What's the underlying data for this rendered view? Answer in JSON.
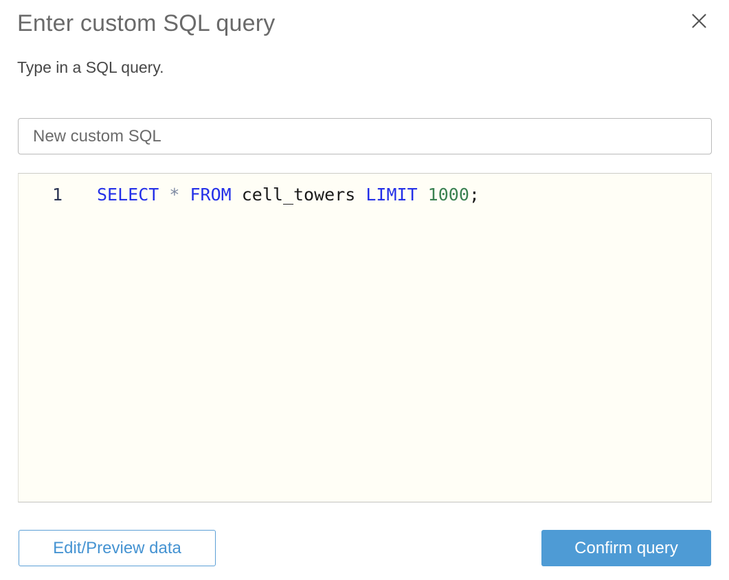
{
  "dialog": {
    "title": "Enter custom SQL query",
    "subtitle": "Type in a SQL query."
  },
  "name_input": {
    "value": "New custom SQL"
  },
  "editor": {
    "full_query": "SELECT * FROM cell_towers LIMIT 1000;",
    "lines": [
      {
        "number": "1",
        "tokens": [
          {
            "type": "keyword",
            "text": "SELECT "
          },
          {
            "type": "operator",
            "text": "* "
          },
          {
            "type": "keyword",
            "text": "FROM "
          },
          {
            "type": "identifier",
            "text": "cell_towers "
          },
          {
            "type": "keyword",
            "text": "LIMIT "
          },
          {
            "type": "numeric",
            "text": "1000"
          },
          {
            "type": "punctuation",
            "text": ";"
          }
        ]
      }
    ]
  },
  "footer": {
    "edit_preview_label": "Edit/Preview data",
    "confirm_label": "Confirm query"
  },
  "colors": {
    "title-gray": "#6a6a6a",
    "accent-blue": "#4e9bd5",
    "button-outline-blue": "#4593d2",
    "editor-bg": "#fffef6",
    "line-number": "#2a3352",
    "sql-keyword": "#2430e8",
    "sql-operator": "#7e8aa2",
    "sql-identifier": "#1b1b1b",
    "sql-numeric": "#3a8152",
    "sql-punctuation": "#1b1b1b"
  }
}
